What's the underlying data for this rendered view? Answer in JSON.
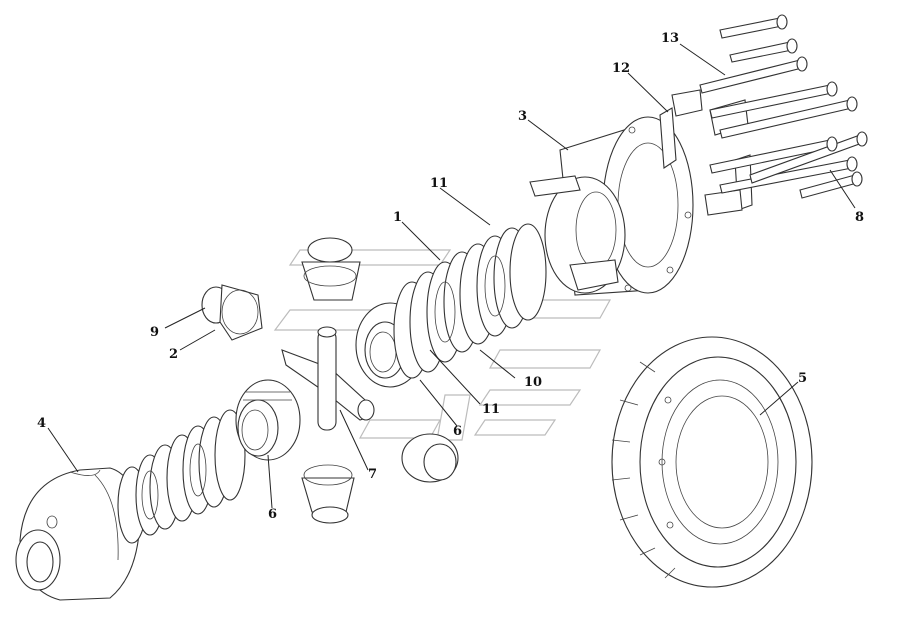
{
  "labels": [
    {
      "id": "13",
      "text": "13"
    },
    {
      "id": "12",
      "text": "12"
    },
    {
      "id": "3",
      "text": "3"
    },
    {
      "id": "11a",
      "text": "11"
    },
    {
      "id": "1",
      "text": "1"
    },
    {
      "id": "8",
      "text": "8"
    },
    {
      "id": "9",
      "text": "9"
    },
    {
      "id": "2",
      "text": "2"
    },
    {
      "id": "5",
      "text": "5"
    },
    {
      "id": "10",
      "text": "10"
    },
    {
      "id": "11b",
      "text": "11"
    },
    {
      "id": "4",
      "text": "4"
    },
    {
      "id": "6a",
      "text": "6"
    },
    {
      "id": "7",
      "text": "7"
    },
    {
      "id": "6b",
      "text": "6"
    }
  ]
}
